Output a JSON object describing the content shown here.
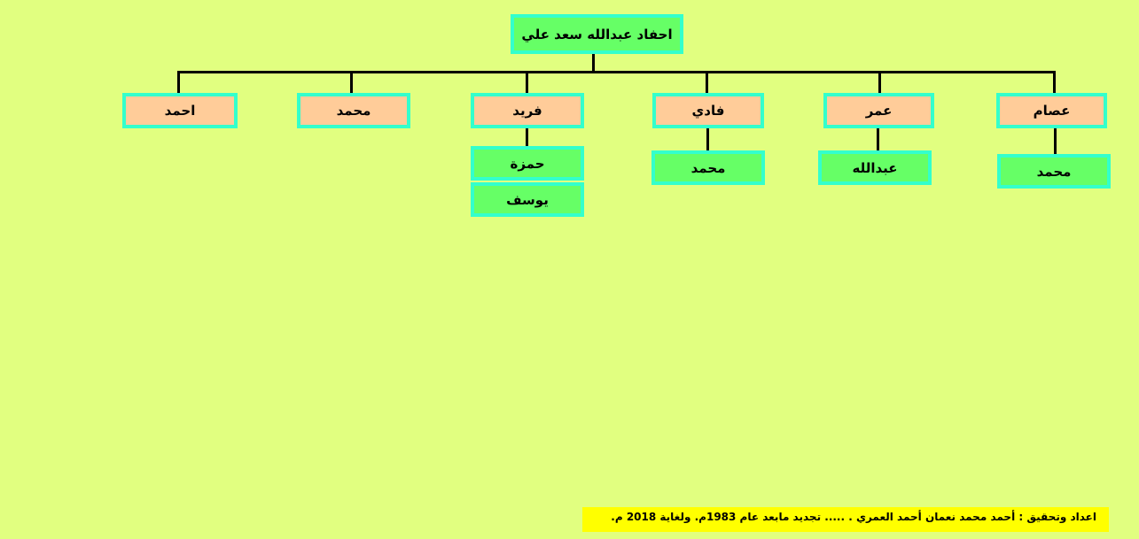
{
  "root": {
    "label": "احفاد عبدالله سعد علي"
  },
  "children": [
    {
      "label": "عصام",
      "grandchildren": [
        "محمد"
      ]
    },
    {
      "label": "عمر",
      "grandchildren": [
        "عبدالله"
      ]
    },
    {
      "label": "فادي",
      "grandchildren": [
        "محمد"
      ]
    },
    {
      "label": "فريد",
      "grandchildren": [
        "حمزة",
        "يوسف"
      ]
    },
    {
      "label": "محمد",
      "grandchildren": []
    },
    {
      "label": "احمد",
      "grandchildren": []
    }
  ],
  "footer": {
    "text": "اعداد وتحقيق :  أحمد محمد نعمان أحمد العمري . .....   تجديد مابعد عام 1983م.  ولغاية 2018 م."
  },
  "colors": {
    "background": "#e1ff80",
    "root_fill": "#66ff66",
    "child_fill": "#ffcc99",
    "grandchild_fill": "#66ff66",
    "border": "#33ffcc",
    "footer_fill": "#ffff00"
  }
}
